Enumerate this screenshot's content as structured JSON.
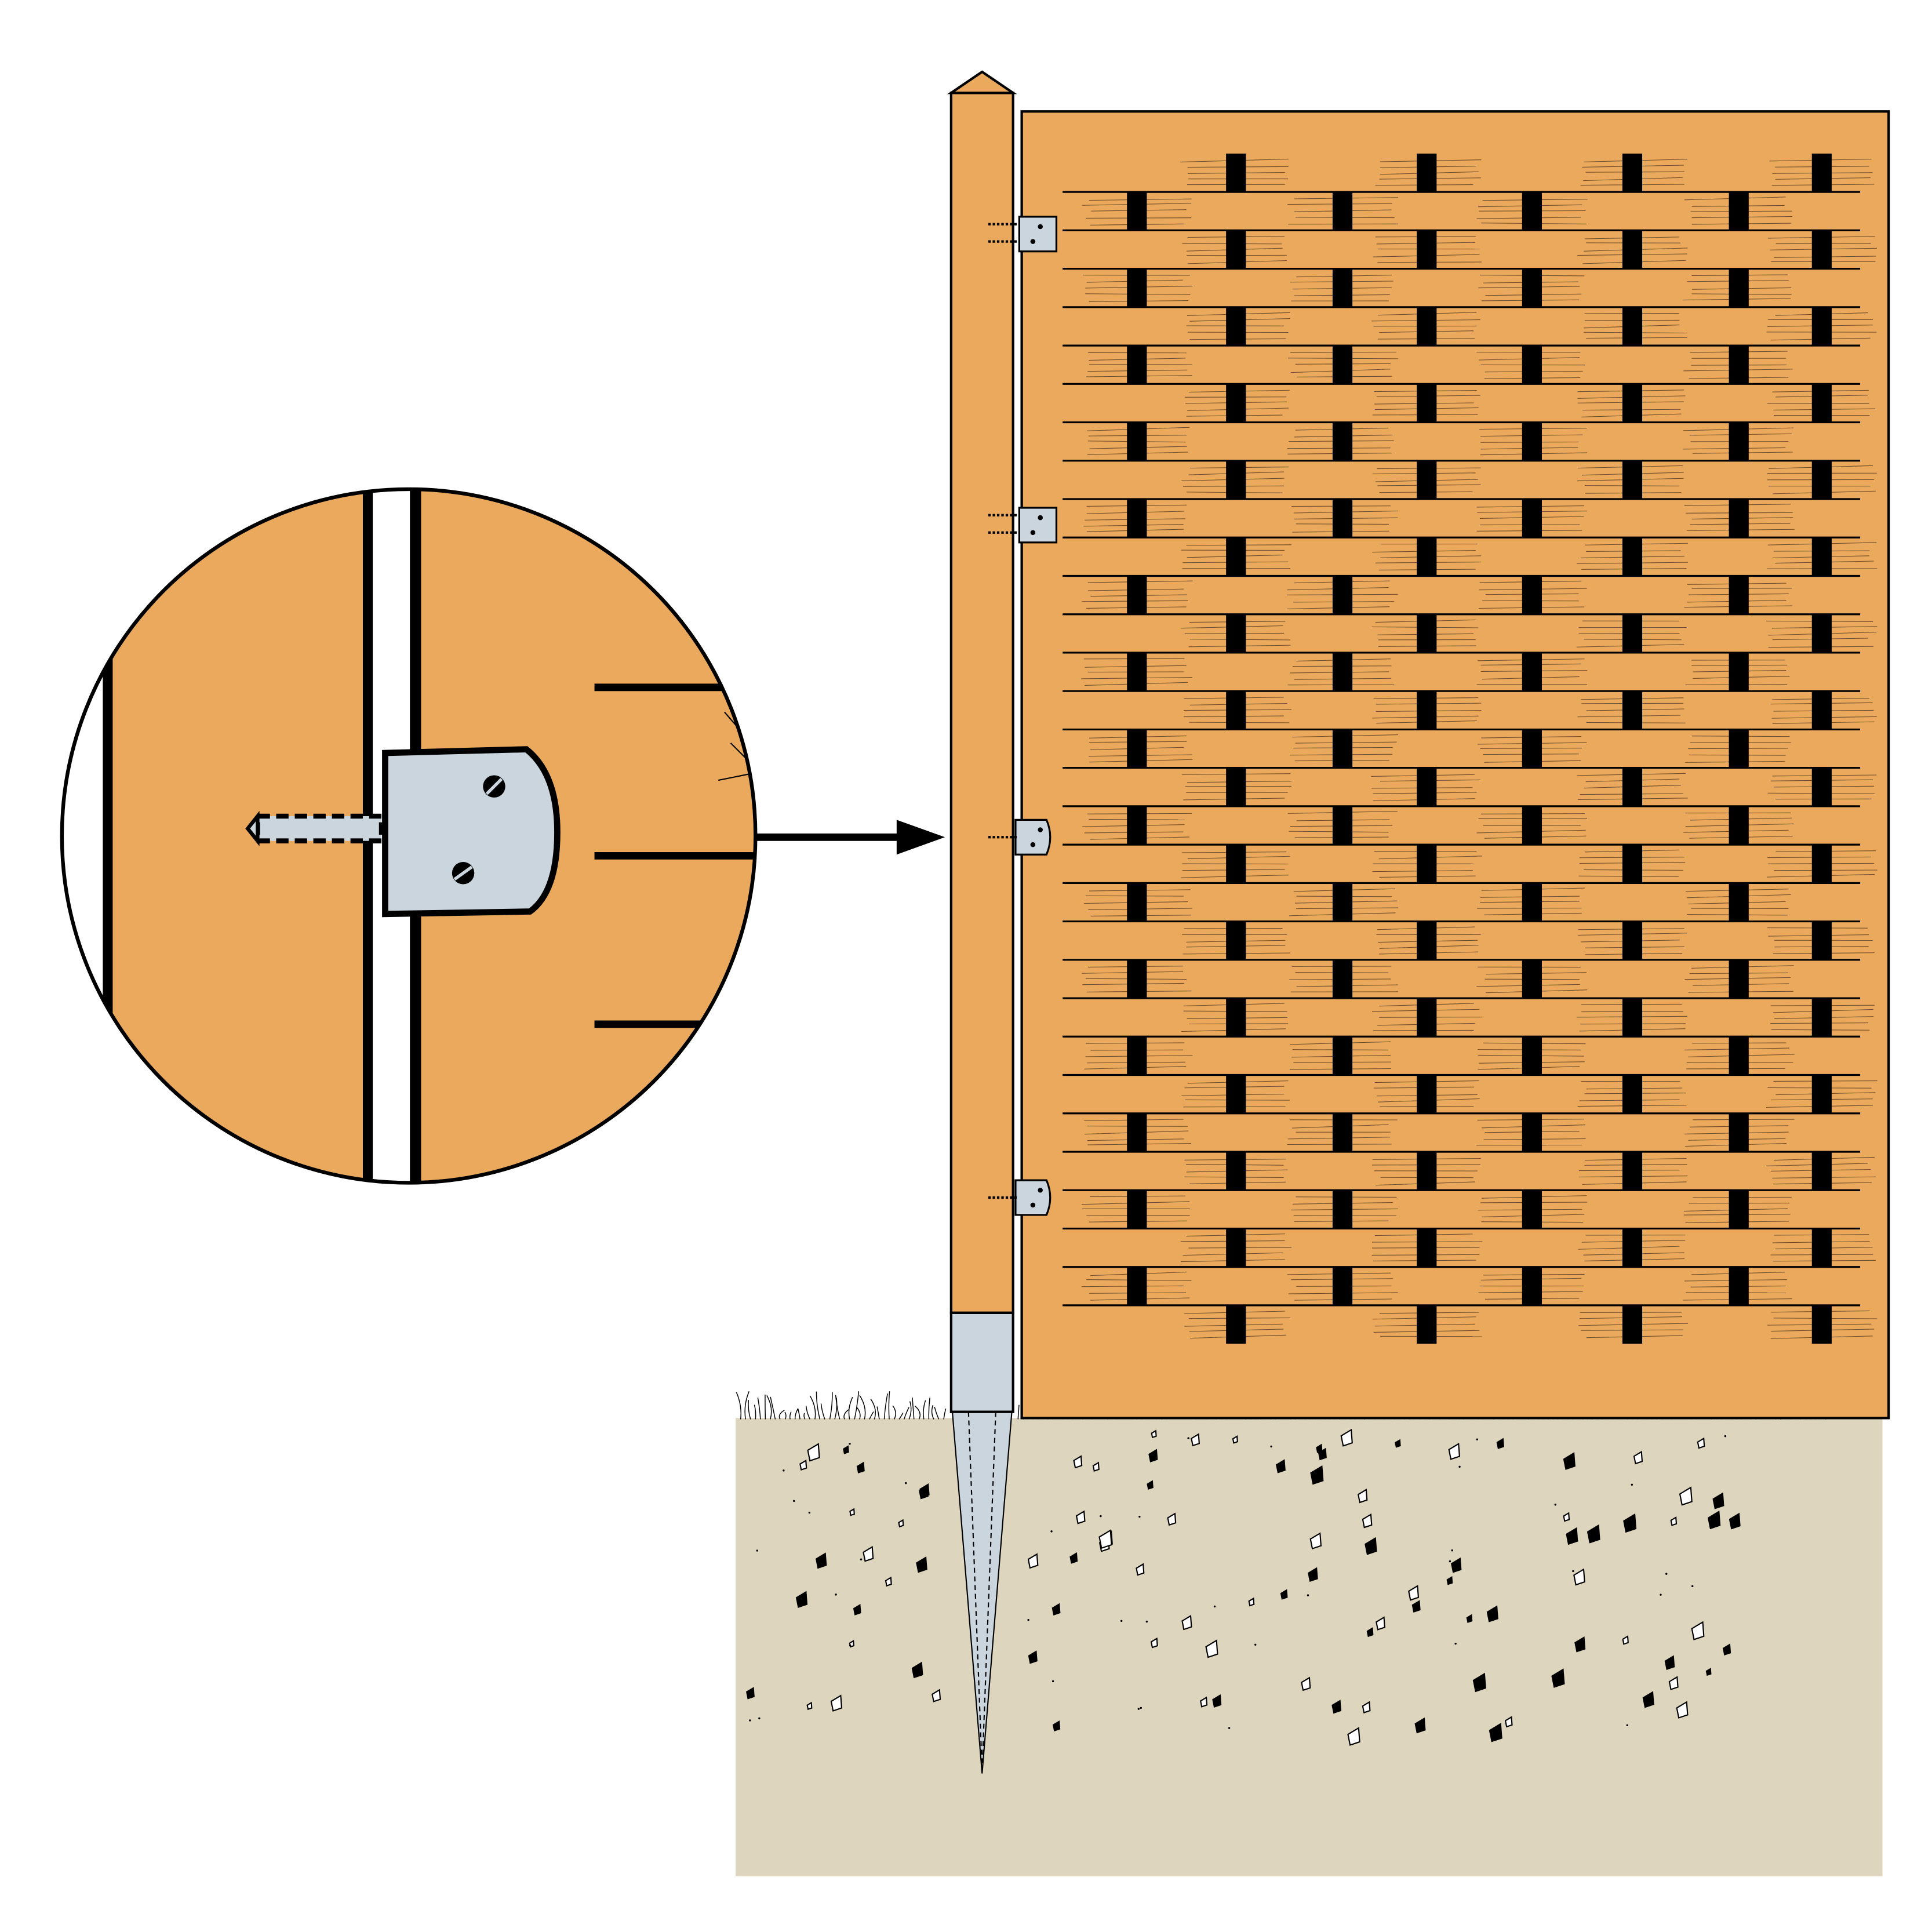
{
  "colors": {
    "wood": "#eaa95c",
    "metal": "#cbd5dd",
    "ground": "#ddd5bd",
    "outline": "#000000",
    "background": "#ffffff"
  },
  "panel": {
    "weave_rows": 31,
    "slat_columns_per_row": 4
  },
  "brackets": {
    "count": 4
  }
}
